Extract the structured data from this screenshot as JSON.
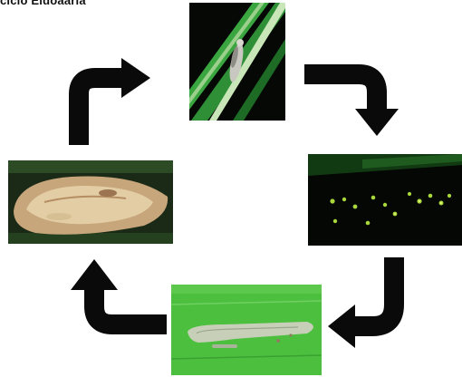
{
  "title": "ciclo Eldoaaria",
  "cycle_stages": [
    {
      "name": "adult-moth-on-leaf"
    },
    {
      "name": "eggs-on-leaf"
    },
    {
      "name": "larval-damage-on-leaf"
    },
    {
      "name": "pupa"
    }
  ],
  "colors": {
    "arrow": "#0a0a0a",
    "leaf_green": "#3fae3a",
    "dark_background": "#050805",
    "pupa_tan": "#d9b98c"
  }
}
